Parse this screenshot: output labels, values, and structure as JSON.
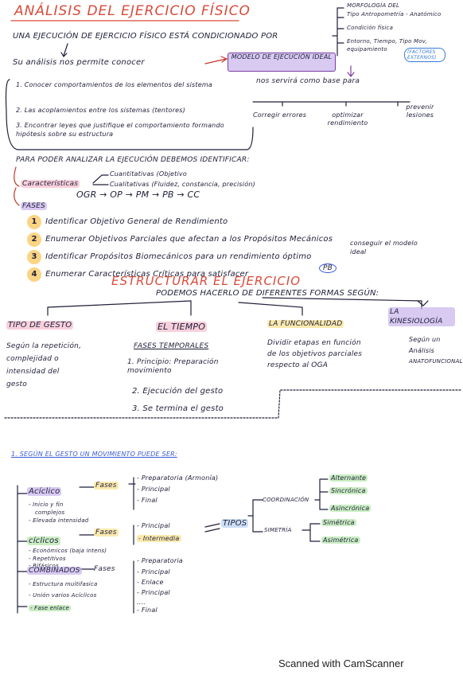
{
  "title": "ANÁLISIS DEL EJERCICIO FÍSICO",
  "intro": {
    "sentence": "UNA EJECUCIÓN DE EJERCICIO FÍSICO ESTÁ CONDICIONADO POR",
    "conditions": [
      "MORFOLOGÍA DEL",
      "Tipo Antropometría - Anatómico",
      "Condición física",
      "Entorno, Tiempo, Tipo Mov,",
      "equipamiento",
      "(FACTORES EXTERNOS)"
    ]
  },
  "analysis": {
    "lead": "Su análisis nos permite conocer",
    "model_box": "MODELO DE EJECUCIÓN IDEAL",
    "model_note": "nos servirá como base para",
    "list": [
      "1. Conocer comportamientos de los elementos del sistema",
      "2. Las acoplamientos entre los sistemas (tentores)",
      "3. Encontrar leyes que justifique el comportamiento formando hipótesis sobre su estructura"
    ],
    "benefits": [
      "Corregir errores",
      "optimizar rendimiento",
      "prevenir lesiones"
    ]
  },
  "identify": {
    "heading": "PARA PODER ANALIZAR LA EJECUCIÓN DEBEMOS IDENTIFICAR:",
    "characteristics_label": "Características",
    "characteristics": [
      "Cuantitativas (Objetivo",
      "Cualitativas (Fluidez, constancia, precisión)"
    ],
    "phases_label": "FASES",
    "phases_flow": "OGR → OP → PM → PB → CC",
    "steps": [
      {
        "n": "1",
        "text": "Identificar Objetivo General de Rendimiento"
      },
      {
        "n": "2",
        "text": "Enumerar Objetivos Parciales que afectan a los Propósitos Mecánicos"
      },
      {
        "n": "3",
        "text": "Identificar Propósitos Biomecánicos para un rendimiento óptimo"
      },
      {
        "n": "4",
        "text": "Enumerar Características Críticas para satisfacer"
      }
    ],
    "pb_badge": "PB",
    "pb_note": "conseguir el modelo ideal"
  },
  "structure": {
    "heading": "ESTRUCTURAR EL EJERCICIO",
    "sub": "PODEMOS HACERLO DE DIFERENTES FORMAS SEGÚN:",
    "columns": [
      {
        "title": "TIPO DE GESTO",
        "body": [
          "Según la repetición,",
          "complejidad o",
          "intensidad del",
          "gesto"
        ]
      },
      {
        "title": "EL TIEMPO",
        "body": [
          "FASES TEMPORALES",
          "1. Principio: Preparación movimiento",
          "2. Ejecución del gesto",
          "3. Se termina el gesto"
        ]
      },
      {
        "title": "LA FUNCIONALIDAD",
        "body": [
          "Dividir etapas en función",
          "de los objetivos parciales",
          "respecto al OGA"
        ]
      },
      {
        "title": "LA KINESIOLOGÍA",
        "body": [
          "Según un",
          "Análisis",
          "ANATOFUNCIONAL"
        ]
      }
    ]
  },
  "movement": {
    "heading": "1. SEGÚN EL GESTO UN MOVIMIENTO PUEDE SER:",
    "acyclic": {
      "label": "Acíclico",
      "details": [
        "- Inicio y fin",
        "complejos",
        "- Elevada intensidad"
      ],
      "phases_label": "Fases",
      "phases": [
        "- Preparatoria (Armonía)",
        "- Principal",
        "- Final"
      ]
    },
    "cyclic": {
      "label": "cíclicos",
      "details": [
        "- Económicos (baja intens)",
        "- Repetitivos",
        "- Bifásicos"
      ],
      "phases_label": "Fases",
      "phases": [
        "- Principal",
        "- Intermedia"
      ]
    },
    "combined": {
      "label": "COMBINADOS",
      "details": [
        "- Estructura multifasica",
        "- Unión varios Acíclicos",
        "- Fase enlace"
      ],
      "phases_label": "Fases",
      "phases": [
        "- Preparatoria",
        "- Principal",
        "- Enlace",
        "- Principal",
        "....",
        "- Final"
      ]
    },
    "types_label": "TIPOS",
    "coordination": {
      "label": "COORDINACIÓN",
      "items": [
        "Alternante",
        "Sincrónica",
        "Asincrónica"
      ]
    },
    "symmetry": {
      "label": "SIMETRÍA",
      "items": [
        "Simétrica",
        "Asimétrica"
      ]
    }
  },
  "footer": "Scanned with CamScanner"
}
